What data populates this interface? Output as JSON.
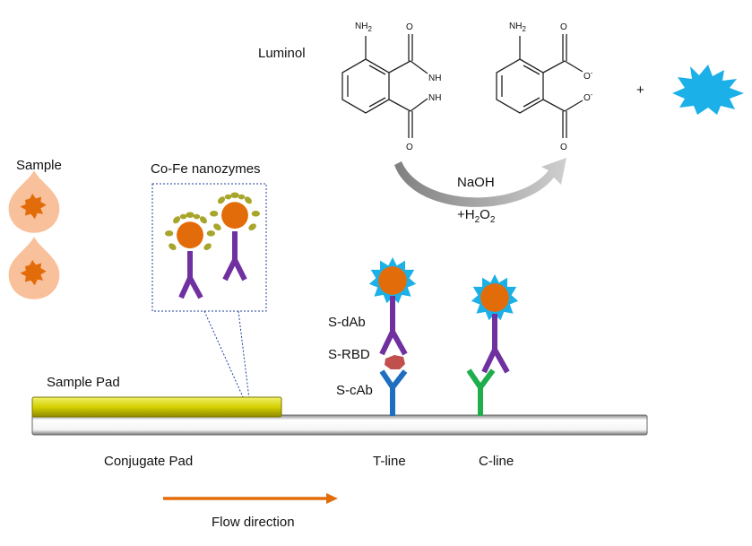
{
  "labels": {
    "luminol": "Luminol",
    "sample": "Sample",
    "nanozymes": "Co-Fe nanozymes",
    "naoh": "NaOH",
    "h2o2_prefix": "+H",
    "h2o2_sub1": "2",
    "h2o2_mid": "O",
    "h2o2_sub2": "2",
    "plus": "+",
    "s_dab": "S-dAb",
    "s_rbd": "S-RBD",
    "s_cab": "S-cAb",
    "sample_pad": "Sample Pad",
    "conjugate_pad": "Conjugate Pad",
    "t_line": "T-line",
    "c_line": "C-line",
    "flow_direction": "Flow direction"
  },
  "molecule": {
    "nh2": "NH",
    "nh2_sub": "2",
    "o": "O",
    "nh": "NH",
    "o_minus": "O",
    "minus": "-"
  },
  "colors": {
    "orange_core": "#E36C0A",
    "olive_shell": "#A7A52A",
    "cyan_glow": "#1CB0E8",
    "purple_antibody": "#7030A0",
    "blue_antibody": "#1F6FC1",
    "green_antibody": "#1FAE4C",
    "rbd_red": "#C0504D",
    "sample_drop": "#F9C09C",
    "sample_pad_yellow": "#D4D000",
    "arrow_orange": "#E36C0A",
    "reaction_arrow_gray": "#A6A6A6"
  }
}
